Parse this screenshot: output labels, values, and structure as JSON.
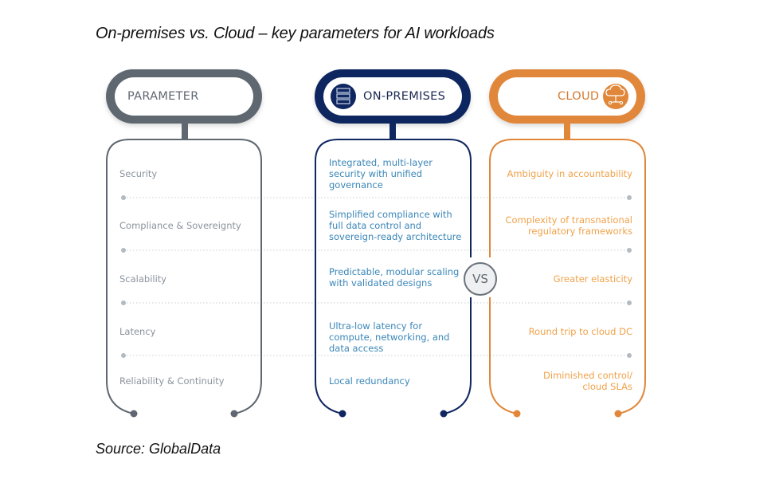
{
  "title": "On-premises vs. Cloud – key parameters for AI workloads",
  "source": "Source: GlobalData",
  "columns": {
    "parameter": {
      "header": "PARAMETER",
      "color": "#5f6770"
    },
    "on_premises": {
      "header": "ON-PREMISES",
      "icon": "server-rack-icon",
      "color": "#0f2660"
    },
    "cloud": {
      "header": "CLOUD",
      "icon": "cloud-network-icon",
      "color": "#e0873a"
    }
  },
  "vs_label": "VS",
  "rows": [
    {
      "parameter": "Security",
      "on_premises": "Integrated, multi-layer security with unified governance",
      "cloud": "Ambiguity in accountability"
    },
    {
      "parameter": "Compliance & Sovereignty",
      "on_premises": "Simplified compliance with full data control and sovereign-ready architecture",
      "cloud": "Complexity of transnational regulatory frameworks"
    },
    {
      "parameter": "Scalability",
      "on_premises": "Predictable, modular scaling with validated designs",
      "cloud": "Greater elasticity"
    },
    {
      "parameter": "Latency",
      "on_premises": "Ultra-low latency for compute, networking, and data access",
      "cloud": "Round trip to cloud DC"
    },
    {
      "parameter": "Reliability & Continuity",
      "on_premises": "Local redundancy",
      "cloud": "Diminished control/ cloud SLAs"
    }
  ]
}
